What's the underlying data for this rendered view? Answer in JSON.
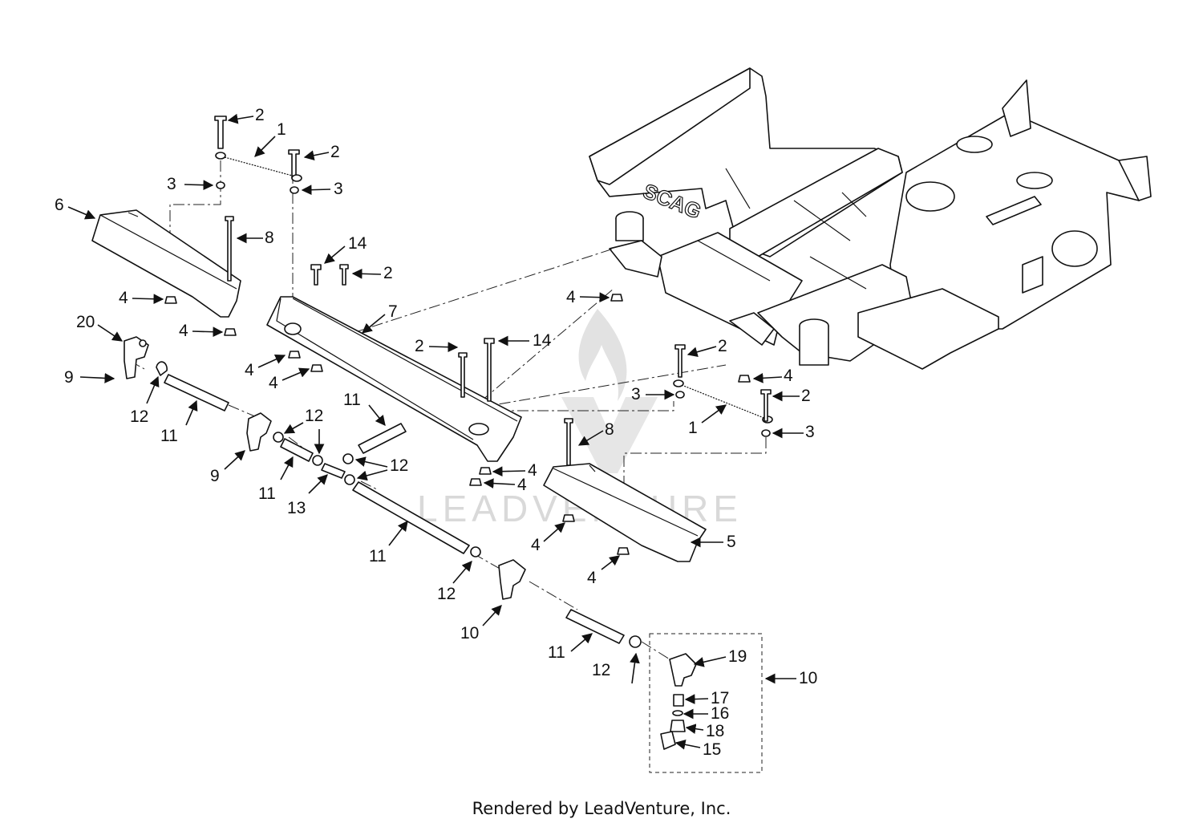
{
  "frame": {
    "logo_text": "SCAG"
  },
  "watermark": {
    "text": "LEADVENTURE"
  },
  "footer": {
    "text": "Rendered by LeadVenture, Inc."
  },
  "callouts": [
    {
      "id": "c-2a",
      "label": "2"
    },
    {
      "id": "c-1a",
      "label": "1"
    },
    {
      "id": "c-2b",
      "label": "2"
    },
    {
      "id": "c-3a",
      "label": "3"
    },
    {
      "id": "c-3b",
      "label": "3"
    },
    {
      "id": "c-6",
      "label": "6"
    },
    {
      "id": "c-8a",
      "label": "8"
    },
    {
      "id": "c-14a",
      "label": "14"
    },
    {
      "id": "c-2c",
      "label": "2"
    },
    {
      "id": "c-4a",
      "label": "4"
    },
    {
      "id": "c-4b",
      "label": "4"
    },
    {
      "id": "c-7",
      "label": "7"
    },
    {
      "id": "c-4c",
      "label": "4"
    },
    {
      "id": "c-4d",
      "label": "4"
    },
    {
      "id": "c-20",
      "label": "20"
    },
    {
      "id": "c-9a",
      "label": "9"
    },
    {
      "id": "c-12a",
      "label": "12"
    },
    {
      "id": "c-11a",
      "label": "11"
    },
    {
      "id": "c-11b",
      "label": "11"
    },
    {
      "id": "c-9b",
      "label": "9"
    },
    {
      "id": "c-12b",
      "label": "12"
    },
    {
      "id": "c-11c",
      "label": "11"
    },
    {
      "id": "c-12c",
      "label": "12"
    },
    {
      "id": "c-13",
      "label": "13"
    },
    {
      "id": "c-11d",
      "label": "11"
    },
    {
      "id": "c-12d",
      "label": "12"
    },
    {
      "id": "c-10a",
      "label": "10"
    },
    {
      "id": "c-11e",
      "label": "11"
    },
    {
      "id": "c-12e",
      "label": "12"
    },
    {
      "id": "c-4e",
      "label": "4"
    },
    {
      "id": "c-2d",
      "label": "2"
    },
    {
      "id": "c-14b",
      "label": "14"
    },
    {
      "id": "c-2e",
      "label": "2"
    },
    {
      "id": "c-4f",
      "label": "4"
    },
    {
      "id": "c-3c",
      "label": "3"
    },
    {
      "id": "c-2f",
      "label": "2"
    },
    {
      "id": "c-1b",
      "label": "1"
    },
    {
      "id": "c-3d",
      "label": "3"
    },
    {
      "id": "c-8b",
      "label": "8"
    },
    {
      "id": "c-4g",
      "label": "4"
    },
    {
      "id": "c-4h",
      "label": "4"
    },
    {
      "id": "c-4i",
      "label": "4"
    },
    {
      "id": "c-5",
      "label": "5"
    },
    {
      "id": "c-4j",
      "label": "4"
    },
    {
      "id": "c-19",
      "label": "19"
    },
    {
      "id": "c-10b",
      "label": "10"
    },
    {
      "id": "c-17",
      "label": "17"
    },
    {
      "id": "c-16",
      "label": "16"
    },
    {
      "id": "c-18",
      "label": "18"
    },
    {
      "id": "c-15",
      "label": "15"
    }
  ]
}
